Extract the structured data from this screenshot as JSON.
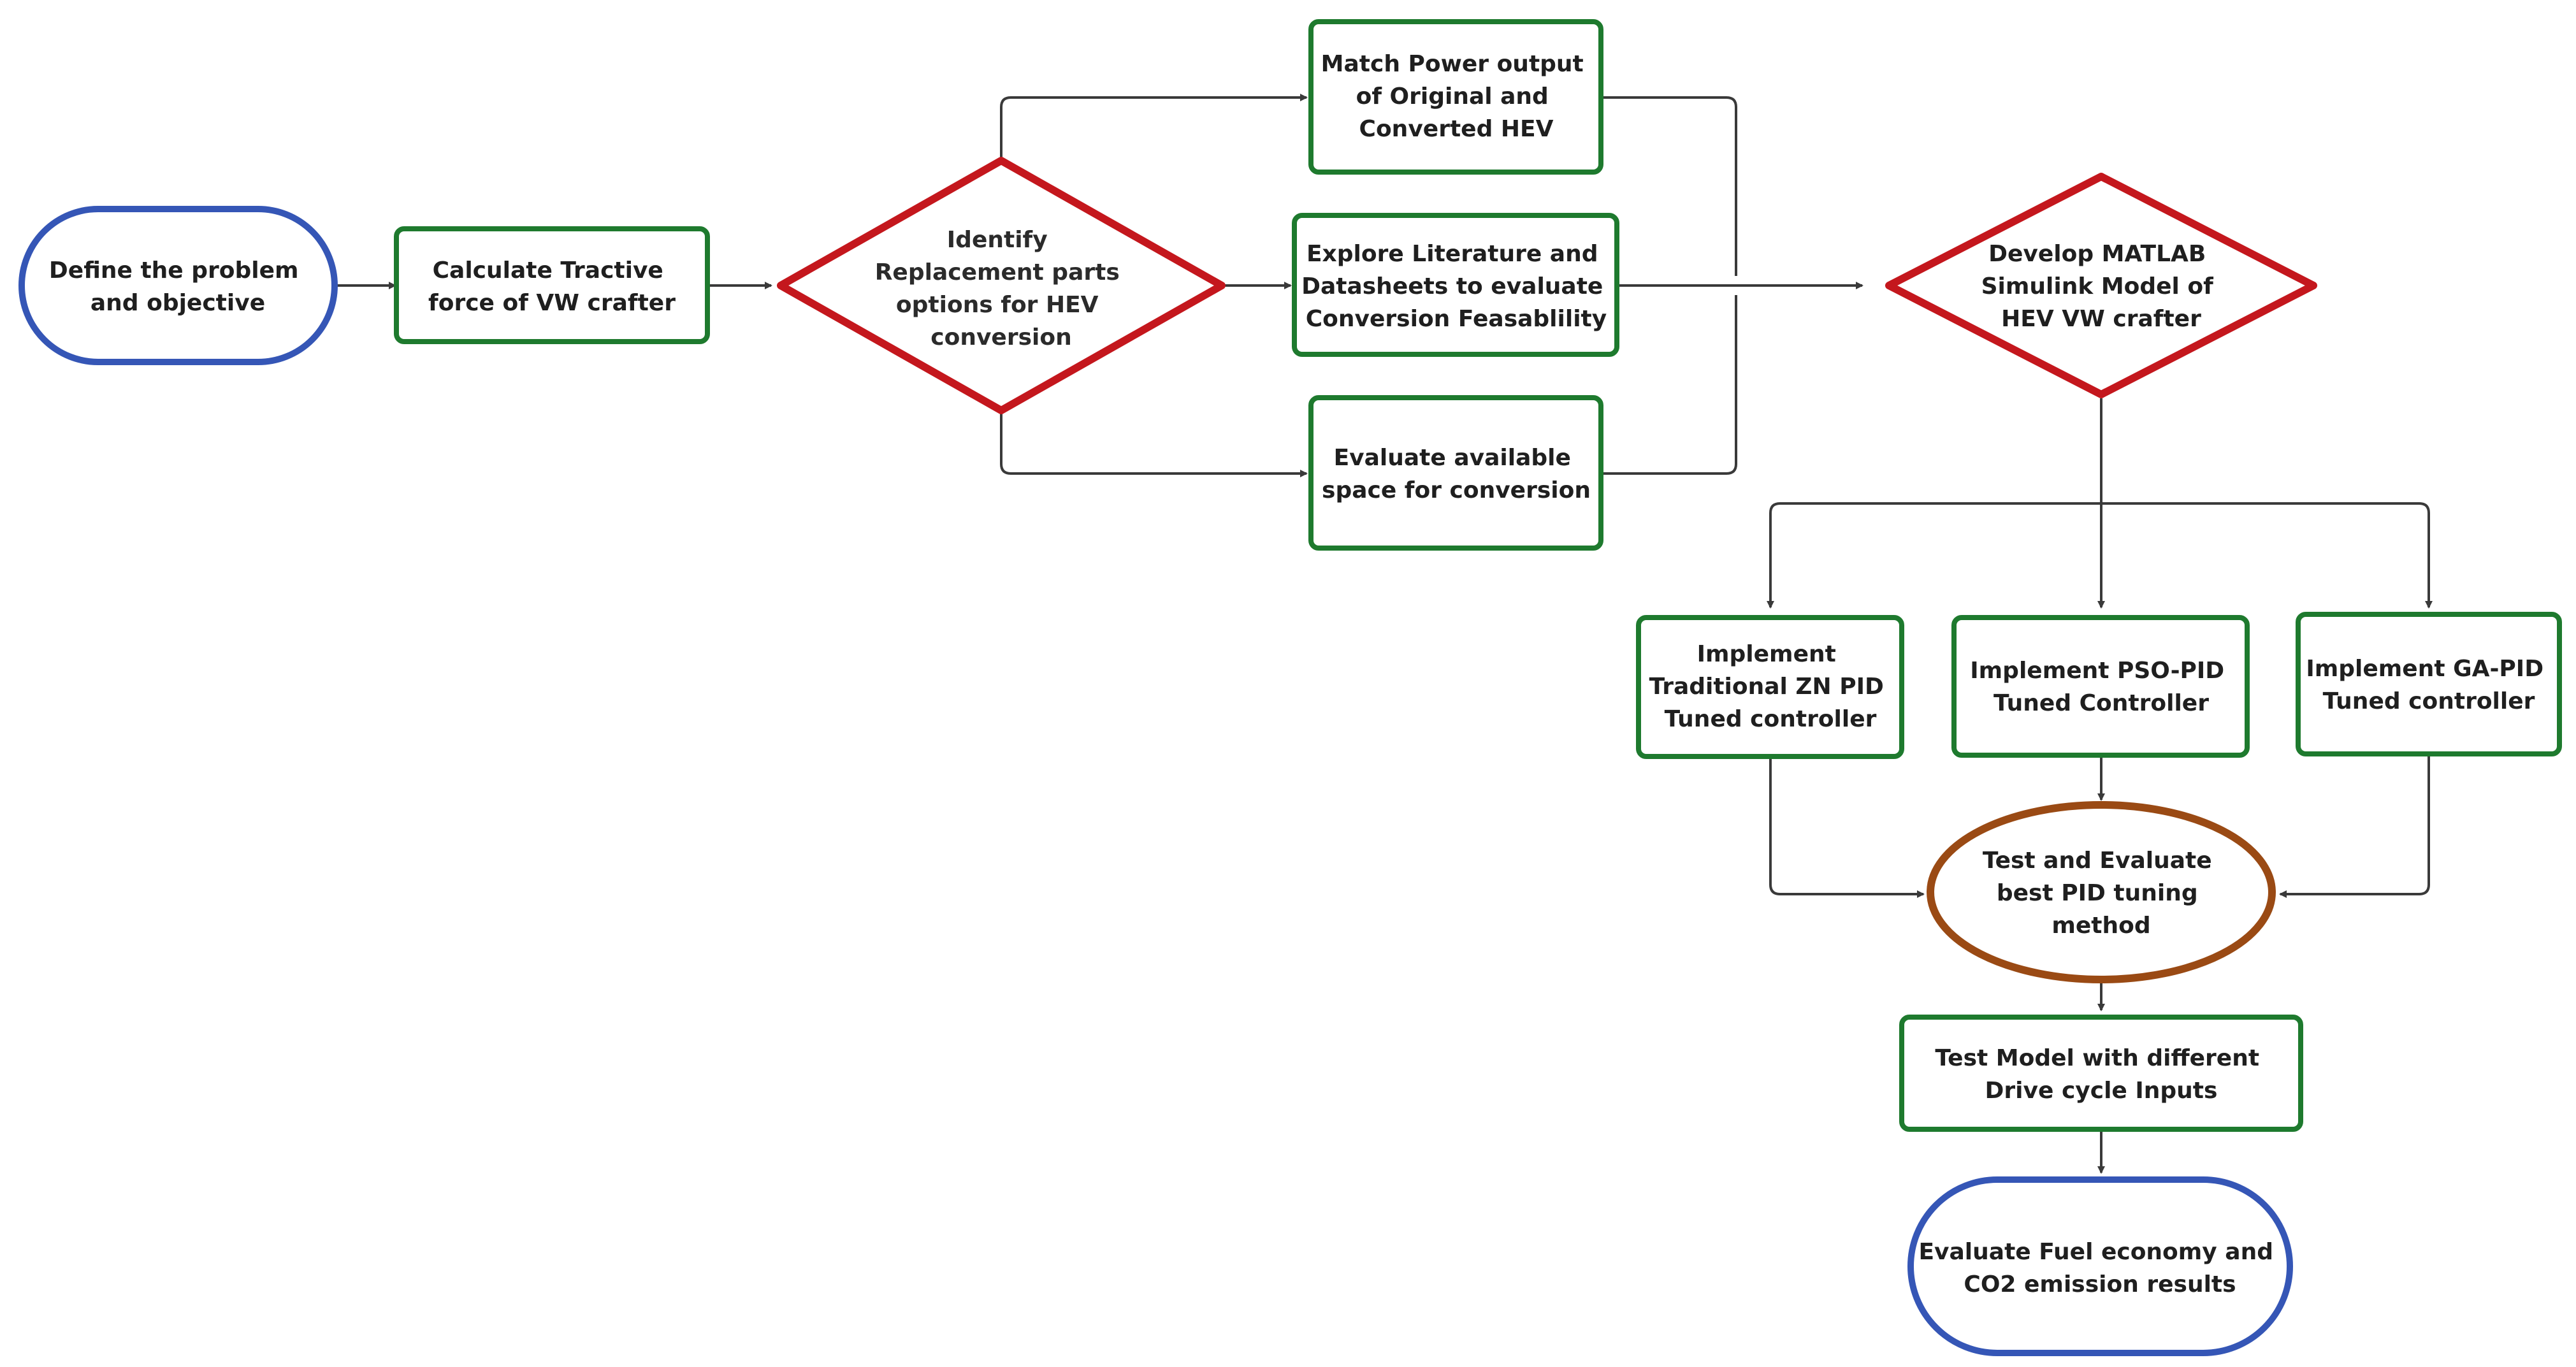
{
  "diagram": {
    "colors": {
      "terminal": "#3556b6",
      "process": "#1e7a2e",
      "decision": "#c4171d",
      "evaluation": "#9a4a14",
      "connector": "#3a3a3a",
      "text": "#1f1f1f"
    },
    "nodes": {
      "define_problem": {
        "shape": "terminal",
        "lines": [
          "Define the problem",
          "and objective"
        ]
      },
      "tractive_force": {
        "shape": "process",
        "lines": [
          "Calculate Tractive",
          "force of VW crafter"
        ]
      },
      "identify_parts": {
        "shape": "decision",
        "lines": [
          "Identify",
          "Replacement parts",
          "options for HEV",
          "conversion"
        ]
      },
      "match_power": {
        "shape": "process",
        "lines": [
          "Match Power output",
          "of Original and",
          "Converted HEV"
        ]
      },
      "explore_literature": {
        "shape": "process",
        "lines": [
          "Explore Literature and",
          "Datasheets to evaluate",
          "Conversion Feasablility"
        ]
      },
      "evaluate_space": {
        "shape": "process",
        "lines": [
          "Evaluate available",
          "space for conversion"
        ]
      },
      "develop_model": {
        "shape": "decision",
        "lines": [
          "Develop MATLAB",
          "Simulink Model of",
          "HEV VW crafter"
        ]
      },
      "zn_pid": {
        "shape": "process",
        "lines": [
          "Implement",
          "Traditional ZN PID",
          "Tuned controller"
        ]
      },
      "pso_pid": {
        "shape": "process",
        "lines": [
          "Implement PSO-PID",
          "Tuned Controller"
        ]
      },
      "ga_pid": {
        "shape": "process",
        "lines": [
          "Implement GA-PID",
          "Tuned controller"
        ]
      },
      "test_evaluate": {
        "shape": "evaluation",
        "lines": [
          "Test and Evaluate",
          "best PID tuning",
          "method"
        ]
      },
      "test_drive_cycle": {
        "shape": "process",
        "lines": [
          "Test Model with different",
          "Drive cycle Inputs"
        ]
      },
      "evaluate_fuel": {
        "shape": "terminal",
        "lines": [
          "Evaluate Fuel economy and",
          "CO2 emission results"
        ]
      }
    },
    "edges": [
      {
        "from": "define_problem",
        "to": "tractive_force"
      },
      {
        "from": "tractive_force",
        "to": "identify_parts"
      },
      {
        "from": "identify_parts",
        "to": "match_power"
      },
      {
        "from": "identify_parts",
        "to": "explore_literature"
      },
      {
        "from": "identify_parts",
        "to": "evaluate_space"
      },
      {
        "from": "match_power",
        "to": "develop_model"
      },
      {
        "from": "explore_literature",
        "to": "develop_model"
      },
      {
        "from": "evaluate_space",
        "to": "develop_model"
      },
      {
        "from": "develop_model",
        "to": "zn_pid"
      },
      {
        "from": "develop_model",
        "to": "pso_pid"
      },
      {
        "from": "develop_model",
        "to": "ga_pid"
      },
      {
        "from": "zn_pid",
        "to": "test_evaluate"
      },
      {
        "from": "pso_pid",
        "to": "test_evaluate"
      },
      {
        "from": "ga_pid",
        "to": "test_evaluate"
      },
      {
        "from": "test_evaluate",
        "to": "test_drive_cycle"
      },
      {
        "from": "test_drive_cycle",
        "to": "evaluate_fuel"
      }
    ]
  }
}
